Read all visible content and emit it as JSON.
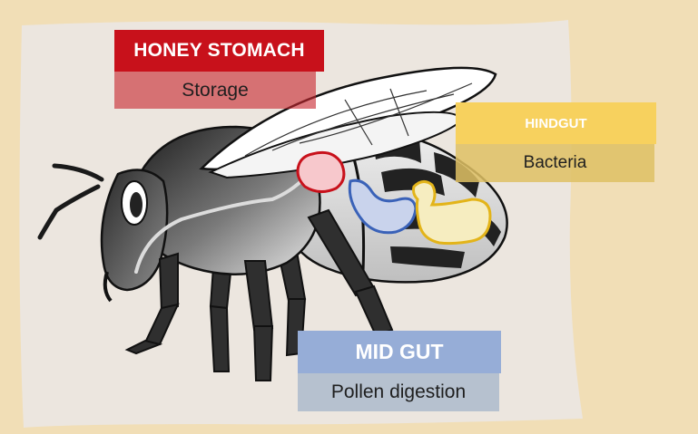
{
  "labels": {
    "honey_stomach": {
      "title": "HONEY STOMACH",
      "subtitle": "Storage",
      "title_color": "#c8111b",
      "subtitle_color": "#d16a70"
    },
    "hindgut": {
      "title": "HINDGUT",
      "subtitle": "Bacteria",
      "title_color": "#f7d15e",
      "subtitle_color": "#dec064"
    },
    "mid_gut": {
      "title": "MID GUT",
      "subtitle": "Pollen digestion",
      "title_color": "#96add7",
      "subtitle_color": "#b6c1cf"
    }
  },
  "colors": {
    "background": "#f1deb6",
    "paper": "#ece6df",
    "honey_stomach_outline": "#c8111b",
    "mid_gut_outline": "#3a62b8",
    "hindgut_outline": "#e3b419"
  },
  "illustration": {
    "subject": "honey bee side view",
    "organs": [
      "honey stomach",
      "mid gut",
      "hindgut"
    ],
    "digestive_tract_color": "#dcdcdc"
  }
}
